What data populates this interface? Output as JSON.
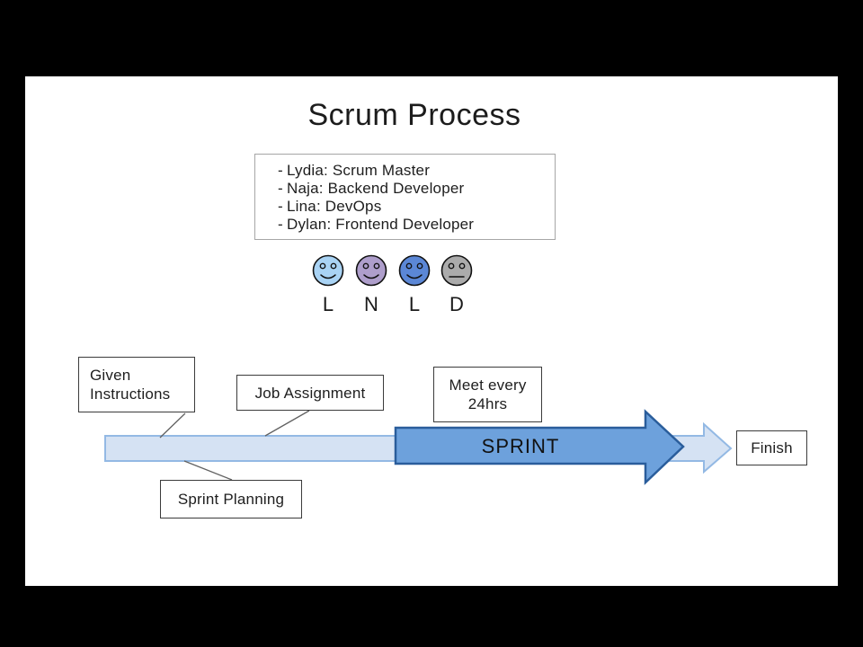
{
  "title": "Scrum Process",
  "team_box": {
    "bullet": "-",
    "items": [
      "Lydia: Scrum Master",
      "Naja: Backend Developer",
      "Lina: DevOps",
      "Dylan: Frontend Developer"
    ]
  },
  "avatars": {
    "members": [
      {
        "letter": "L",
        "color": "#a9d3f4",
        "mood": "happy"
      },
      {
        "letter": "N",
        "color": "#ae9ecb",
        "mood": "happy"
      },
      {
        "letter": "L",
        "color": "#5b87d6",
        "mood": "happy"
      },
      {
        "letter": "D",
        "color": "#ababab",
        "mood": "neutral"
      }
    ]
  },
  "process": {
    "given_instructions": "Given Instructions",
    "job_assignment": "Job Assignment",
    "meet_every": "Meet every 24hrs",
    "sprint_planning": "Sprint Planning",
    "sprint": "SPRINT",
    "finish": "Finish"
  },
  "colors": {
    "timeline_fill": "#d5e2f3",
    "timeline_stroke": "#93b9e4",
    "sprint_fill": "#6da1dc",
    "sprint_stroke": "#2a5d9b",
    "connector": "#616161",
    "outline": "#111111"
  }
}
